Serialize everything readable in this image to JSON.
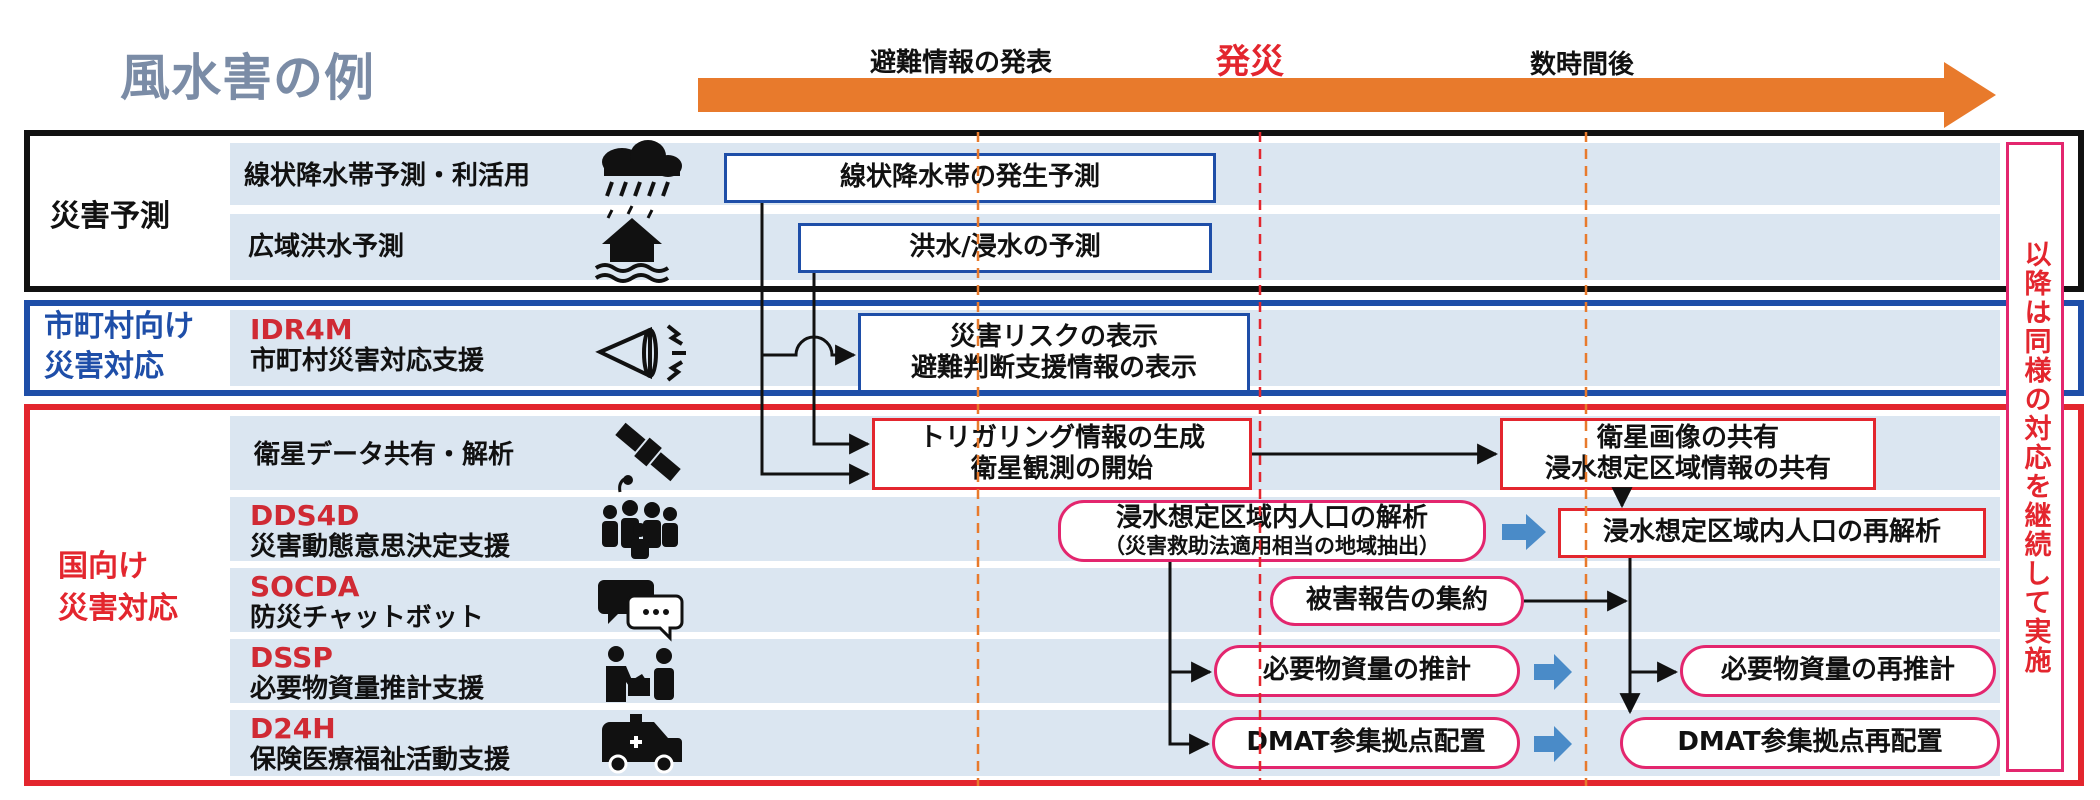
{
  "title": "風水害の例",
  "timeline": {
    "phase_before": "避難情報の発表",
    "phase_event": "発災",
    "phase_after": "数時間後",
    "arrow_color": "#e87a2c"
  },
  "categories": {
    "prediction": "災害予測",
    "municipal_line1": "市町村向け",
    "municipal_line2": "災害対応",
    "national_line1": "国向け",
    "national_line2": "災害対応"
  },
  "rows": [
    {
      "code": "",
      "label": "線状降水帯予測・利活用",
      "icon": "rain-cloud-icon"
    },
    {
      "code": "",
      "label": "広域洪水予測",
      "icon": "flooded-house-icon"
    },
    {
      "code": "IDR4M",
      "label": "市町村災害対応支援",
      "icon": "megaphone-icon"
    },
    {
      "code": "",
      "label": "衛星データ共有・解析",
      "icon": "satellite-icon"
    },
    {
      "code": "DDS4D",
      "label": "災害動態意思決定支援",
      "icon": "people-group-icon"
    },
    {
      "code": "SOCDA",
      "label": "防災チャットボット",
      "icon": "chat-bubbles-icon"
    },
    {
      "code": "DSSP",
      "label": "必要物資量推計支援",
      "icon": "supplies-icon"
    },
    {
      "code": "D24H",
      "label": "保険医療福祉活動支援",
      "icon": "ambulance-icon"
    }
  ],
  "boxes": {
    "rain_band": "線状降水帯の発生予測",
    "flood": "洪水/浸水の予測",
    "risk_line1": "災害リスクの表示",
    "risk_line2": "避難判断支援情報の表示",
    "trigger_line1": "トリガリング情報の生成",
    "trigger_line2": "衛星観測の開始",
    "sat_share_line1": "衛星画像の共有",
    "sat_share_line2": "浸水想定区域情報の共有",
    "pop_analysis": "浸水想定区域内人口の解析",
    "pop_analysis_sub": "（災害救助法適用相当の地域抽出）",
    "pop_reanalysis": "浸水想定区域内人口の再解析",
    "damage_report": "被害報告の集約",
    "supplies_est": "必要物資量の推計",
    "supplies_reest": "必要物資量の再推計",
    "dmat": "DMAT参集拠点配置",
    "dmat_re": "DMAT参集拠点再配置"
  },
  "side_note": "以降は同様の対応を継続して実施",
  "colors": {
    "prediction_border": "#111111",
    "municipal_border": "#1e4ea8",
    "national_border": "#e3262e",
    "row_background": "#dbe6f1",
    "flow_arrow": "#4a8bc8"
  }
}
